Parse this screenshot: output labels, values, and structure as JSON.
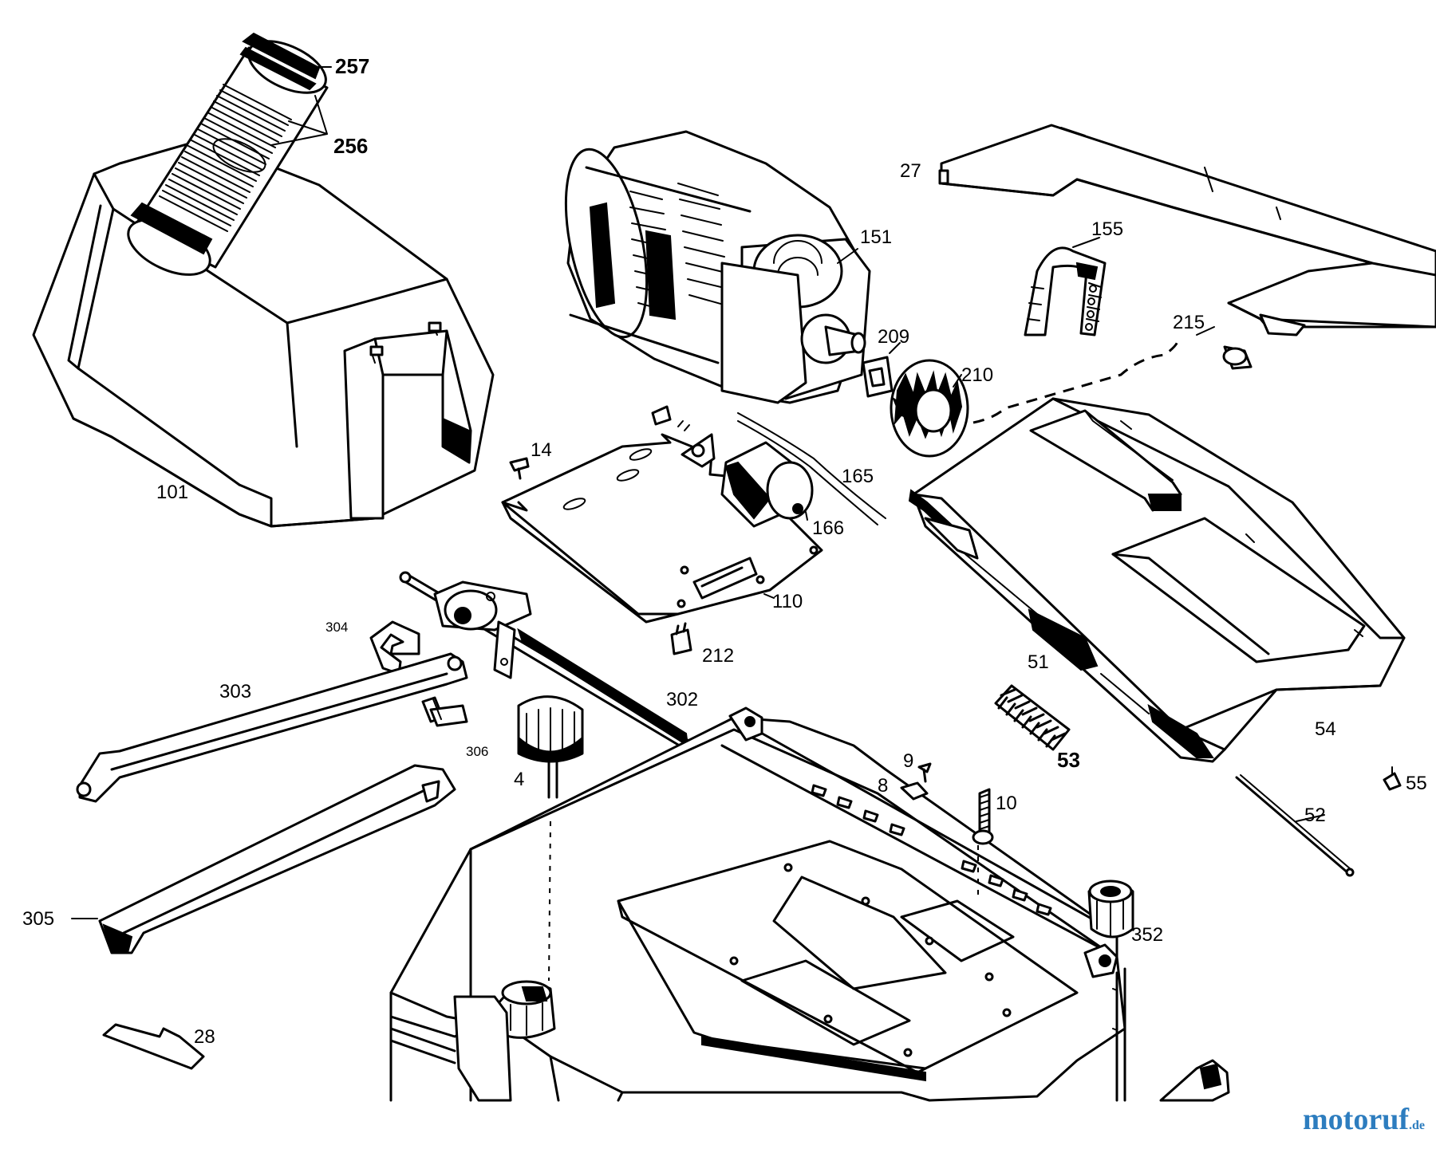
{
  "diagram": {
    "labels": {
      "p257": "257",
      "p256": "256",
      "p101": "101",
      "p151": "151",
      "p209": "209",
      "p210": "210",
      "p27": "27",
      "p155": "155",
      "p215": "215",
      "p14": "14",
      "p165": "165",
      "p166": "166",
      "p110": "110",
      "p212": "212",
      "p304": "304",
      "p303": "303",
      "p302": "302",
      "p306": "306",
      "p4": "4",
      "p305": "305",
      "p28": "28",
      "p51": "51",
      "p53": "53",
      "p54": "54",
      "p55": "55",
      "p52": "52",
      "p9": "9",
      "p8": "8",
      "p10": "10",
      "p352": "352"
    }
  },
  "watermark": {
    "main": "motoruf",
    "tld": ".de"
  },
  "colors": {
    "line": "#000000",
    "background": "#ffffff",
    "watermark": "#2d7dbf"
  }
}
